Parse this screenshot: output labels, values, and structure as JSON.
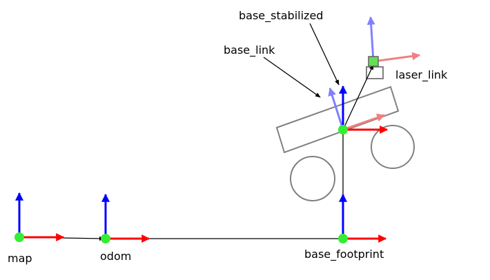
{
  "frames": {
    "map": {
      "label": "map"
    },
    "odom": {
      "label": "odom"
    },
    "base_footprint": {
      "label": "base_footprint"
    },
    "base_stabilized": {
      "label": "base_stabilized"
    },
    "base_link": {
      "label": "base_link"
    },
    "laser_link": {
      "label": "laser_link"
    }
  },
  "colors": {
    "x_axis": "#ff0000",
    "y_axis": "#0000ff",
    "x_axis_faded": "#f08080",
    "y_axis_faded": "#8080ff",
    "origin": "#33ee33",
    "connector": "#000000",
    "robot_outline": "#808080"
  }
}
